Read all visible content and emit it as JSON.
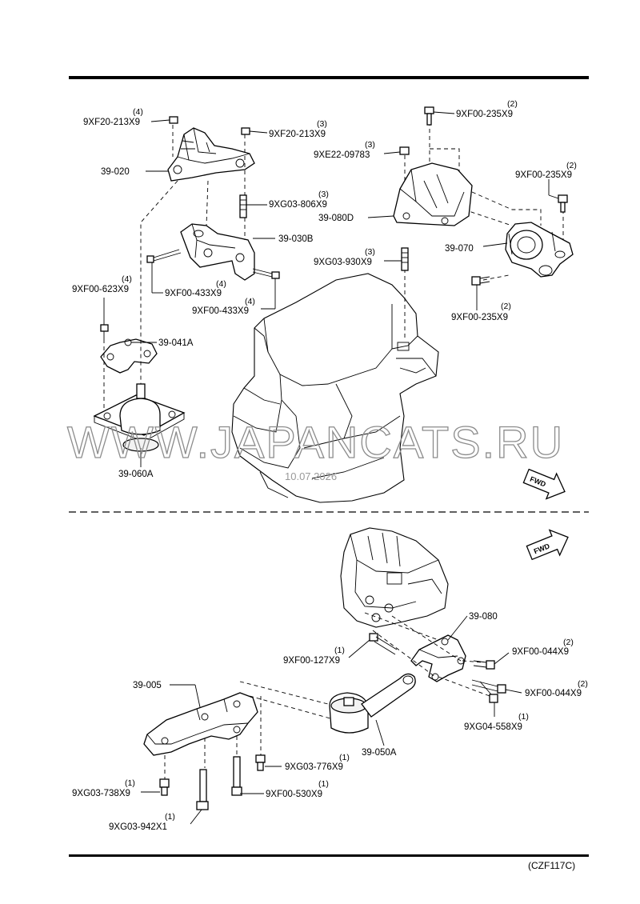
{
  "upper": {
    "parts": {
      "p39_020": "39-020",
      "p39_030B": "39-030B",
      "p39_041A": "39-041A",
      "p39_060A": "39-060A",
      "p39_080D": "39-080D",
      "p39_070": "39-070"
    },
    "fasteners": {
      "f1": {
        "code": "9XF20-213X9",
        "qty": "(4)"
      },
      "f2": {
        "code": "9XF20-213X9",
        "qty": "(3)"
      },
      "f3": {
        "code": "9XG03-806X9",
        "qty": "(3)"
      },
      "f4": {
        "code": "9XF00-433X9",
        "qty": "(4)"
      },
      "f5": {
        "code": "9XF00-433X9",
        "qty": "(4)"
      },
      "f6": {
        "code": "9XF00-623X9",
        "qty": "(4)"
      },
      "f7": {
        "code": "9XF00-235X9",
        "qty": "(2)"
      },
      "f8": {
        "code": "9XE22-09783",
        "qty": "(3)"
      },
      "f9": {
        "code": "9XF00-235X9",
        "qty": "(2)"
      },
      "f10": {
        "code": "9XG03-930X9",
        "qty": "(3)"
      },
      "f11": {
        "code": "9XF00-235X9",
        "qty": "(2)"
      }
    },
    "fwd": "FWD"
  },
  "lower": {
    "parts": {
      "p39_080": "39-080",
      "p39_005": "39-005",
      "p39_050A": "39-050A"
    },
    "fasteners": {
      "g1": {
        "code": "9XF00-127X9",
        "qty": "(1)"
      },
      "g2": {
        "code": "9XF00-044X9",
        "qty": "(2)"
      },
      "g3": {
        "code": "9XF00-044X9",
        "qty": "(2)"
      },
      "g4": {
        "code": "9XG04-558X9",
        "qty": "(1)"
      },
      "g5": {
        "code": "9XG03-776X9",
        "qty": "(1)"
      },
      "g6": {
        "code": "9XG03-738X9",
        "qty": "(1)"
      },
      "g7": {
        "code": "9XF00-530X9",
        "qty": "(1)"
      },
      "g8": {
        "code": "9XG03-942X1",
        "qty": "(1)"
      }
    },
    "fwd": "FWD"
  },
  "watermark": "WWW.JAPANCATS.RU",
  "watermark_date": "10.07.2026",
  "figure_code": "(CZF117C)"
}
